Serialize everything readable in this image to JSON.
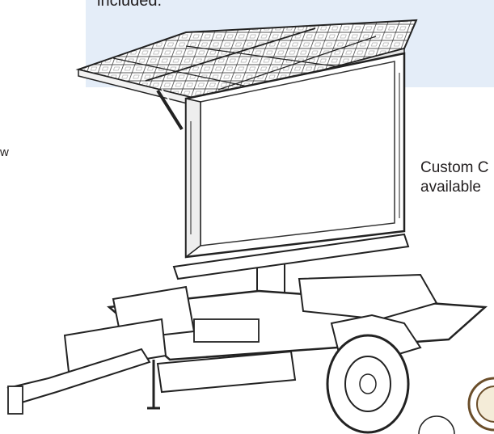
{
  "callout": {
    "text": "included."
  },
  "left_fragment": {
    "text": "w"
  },
  "right_caption": {
    "line1": "Custom C",
    "line2": "available"
  },
  "colors": {
    "callout_bg": "#e4edf8",
    "ink": "#231f20"
  },
  "icons": [
    "solar-panel-icon",
    "trailer-icon",
    "seal-icon"
  ]
}
